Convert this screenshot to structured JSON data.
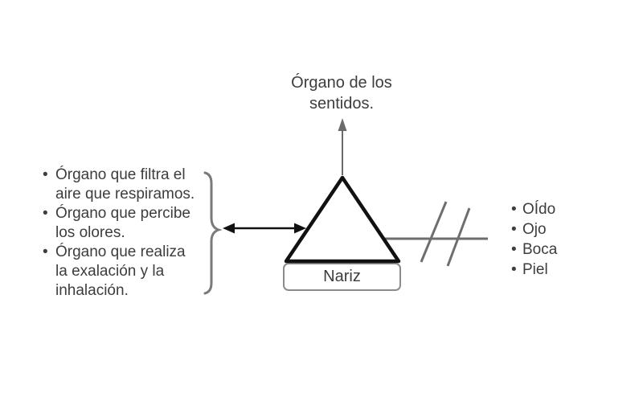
{
  "title": {
    "text": "Órgano de los sentidos."
  },
  "center_shape": {
    "type": "triangle",
    "label": "Nariz"
  },
  "left_list": {
    "items": [
      {
        "lines": [
          "Órgano que filtra el",
          "aire que respiramos."
        ]
      },
      {
        "lines": [
          "Órgano que percibe",
          "los olores."
        ]
      },
      {
        "lines": [
          "Órgano que realiza",
          "la exalación y la",
          "inhalación."
        ]
      }
    ]
  },
  "right_list": {
    "items": [
      "OÍdo",
      "Ojo",
      "Boca",
      "Piel"
    ]
  },
  "icons": {
    "up_arrow": "upward-arrow",
    "double_arrow": "double-headed-arrow",
    "brace": "curly-brace",
    "slashes": "break-slashes"
  },
  "colors": {
    "text": "#3d3d3d",
    "shape_black": "#111111",
    "arrow_gray": "#6b6b6b",
    "connector_gray": "#6e6e6e",
    "brace_gray": "#7a7a7a",
    "box_border": "#8c8c8c",
    "background": "#ffffff"
  }
}
